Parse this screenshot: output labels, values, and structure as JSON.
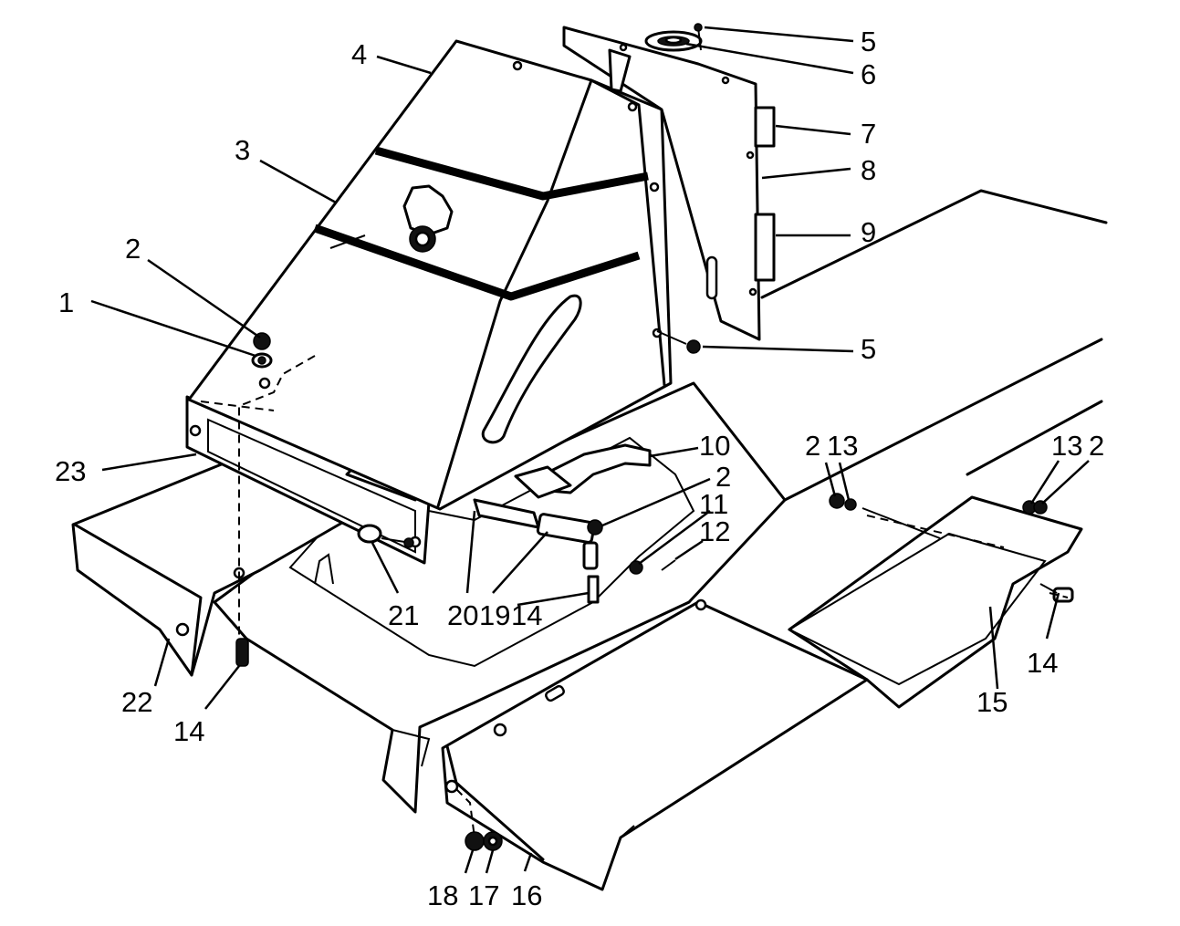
{
  "diagram": {
    "callouts": [
      {
        "id": "c1",
        "text": "1"
      },
      {
        "id": "c2a",
        "text": "2"
      },
      {
        "id": "c3",
        "text": "3"
      },
      {
        "id": "c4",
        "text": "4"
      },
      {
        "id": "c5a",
        "text": "5"
      },
      {
        "id": "c6",
        "text": "6"
      },
      {
        "id": "c7",
        "text": "7"
      },
      {
        "id": "c8",
        "text": "8"
      },
      {
        "id": "c9",
        "text": "9"
      },
      {
        "id": "c5b",
        "text": "5"
      },
      {
        "id": "c10",
        "text": "10"
      },
      {
        "id": "c2b",
        "text": "2"
      },
      {
        "id": "c11",
        "text": "11"
      },
      {
        "id": "c12",
        "text": "12"
      },
      {
        "id": "c2c",
        "text": "2"
      },
      {
        "id": "c13a",
        "text": "13"
      },
      {
        "id": "c13b",
        "text": "13"
      },
      {
        "id": "c2d",
        "text": "2"
      },
      {
        "id": "c14a",
        "text": "14"
      },
      {
        "id": "c15",
        "text": "15"
      },
      {
        "id": "c20",
        "text": "20"
      },
      {
        "id": "c19",
        "text": "19"
      },
      {
        "id": "c14b",
        "text": "14"
      },
      {
        "id": "c21",
        "text": "21"
      },
      {
        "id": "c23",
        "text": "23"
      },
      {
        "id": "c22",
        "text": "22"
      },
      {
        "id": "c14c",
        "text": "14"
      },
      {
        "id": "c18",
        "text": "18"
      },
      {
        "id": "c17",
        "text": "17"
      },
      {
        "id": "c16",
        "text": "16"
      }
    ]
  }
}
